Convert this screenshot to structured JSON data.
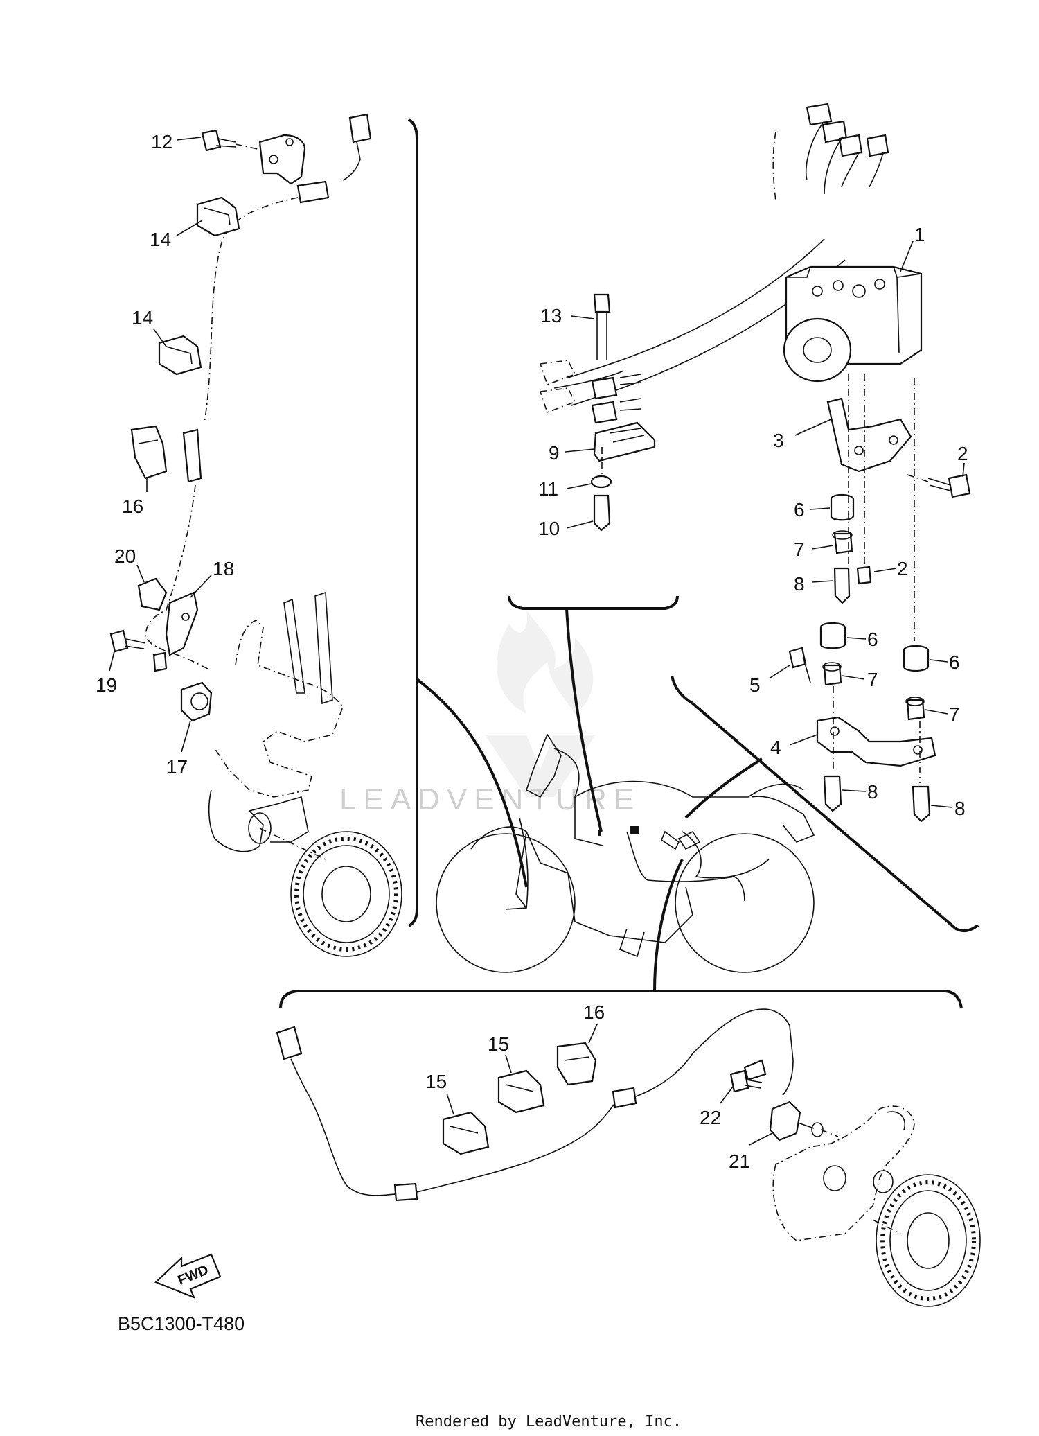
{
  "diagram": {
    "code": "B5C1300-T480",
    "credit": "Rendered by LeadVenture, Inc.",
    "watermark": "LEADVENTURE",
    "fwd_label": "FWD",
    "callouts": [
      {
        "id": "c12",
        "label": "12"
      },
      {
        "id": "c14a",
        "label": "14"
      },
      {
        "id": "c14b",
        "label": "14"
      },
      {
        "id": "c16a",
        "label": "16"
      },
      {
        "id": "c20",
        "label": "20"
      },
      {
        "id": "c18",
        "label": "18"
      },
      {
        "id": "c19",
        "label": "19"
      },
      {
        "id": "c17",
        "label": "17"
      },
      {
        "id": "c13",
        "label": "13"
      },
      {
        "id": "c9",
        "label": "9"
      },
      {
        "id": "c11",
        "label": "11"
      },
      {
        "id": "c10",
        "label": "10"
      },
      {
        "id": "c1",
        "label": "1"
      },
      {
        "id": "c3",
        "label": "3"
      },
      {
        "id": "c2a",
        "label": "2"
      },
      {
        "id": "c6a",
        "label": "6"
      },
      {
        "id": "c7a",
        "label": "7"
      },
      {
        "id": "c8a",
        "label": "8"
      },
      {
        "id": "c2b",
        "label": "2"
      },
      {
        "id": "c6b",
        "label": "6"
      },
      {
        "id": "c6c",
        "label": "6"
      },
      {
        "id": "c5",
        "label": "5"
      },
      {
        "id": "c7b",
        "label": "7"
      },
      {
        "id": "c7c",
        "label": "7"
      },
      {
        "id": "c4",
        "label": "4"
      },
      {
        "id": "c8b",
        "label": "8"
      },
      {
        "id": "c8c",
        "label": "8"
      },
      {
        "id": "c16b",
        "label": "16"
      },
      {
        "id": "c15a",
        "label": "15"
      },
      {
        "id": "c15b",
        "label": "15"
      },
      {
        "id": "c22",
        "label": "22"
      },
      {
        "id": "c21",
        "label": "21"
      }
    ]
  }
}
